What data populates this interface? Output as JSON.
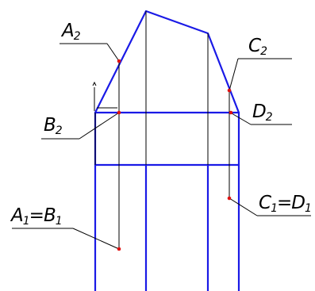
{
  "labels": {
    "a2": {
      "main": "A",
      "sub": "2"
    },
    "b2": {
      "main": "B",
      "sub": "2"
    },
    "c2": {
      "main": "C",
      "sub": "2"
    },
    "d2": {
      "main": "D",
      "sub": "2"
    },
    "a1b1": {
      "main1": "A",
      "sub1": "1",
      "eq": "=",
      "main2": "B",
      "sub2": "1"
    },
    "c1d1": {
      "main1": "C",
      "sub1": "1",
      "eq": "=",
      "main2": "D",
      "sub2": "1"
    }
  },
  "colors": {
    "projection_line": "#1a1ae6",
    "leader_line": "#000000",
    "point": "#e01010"
  }
}
